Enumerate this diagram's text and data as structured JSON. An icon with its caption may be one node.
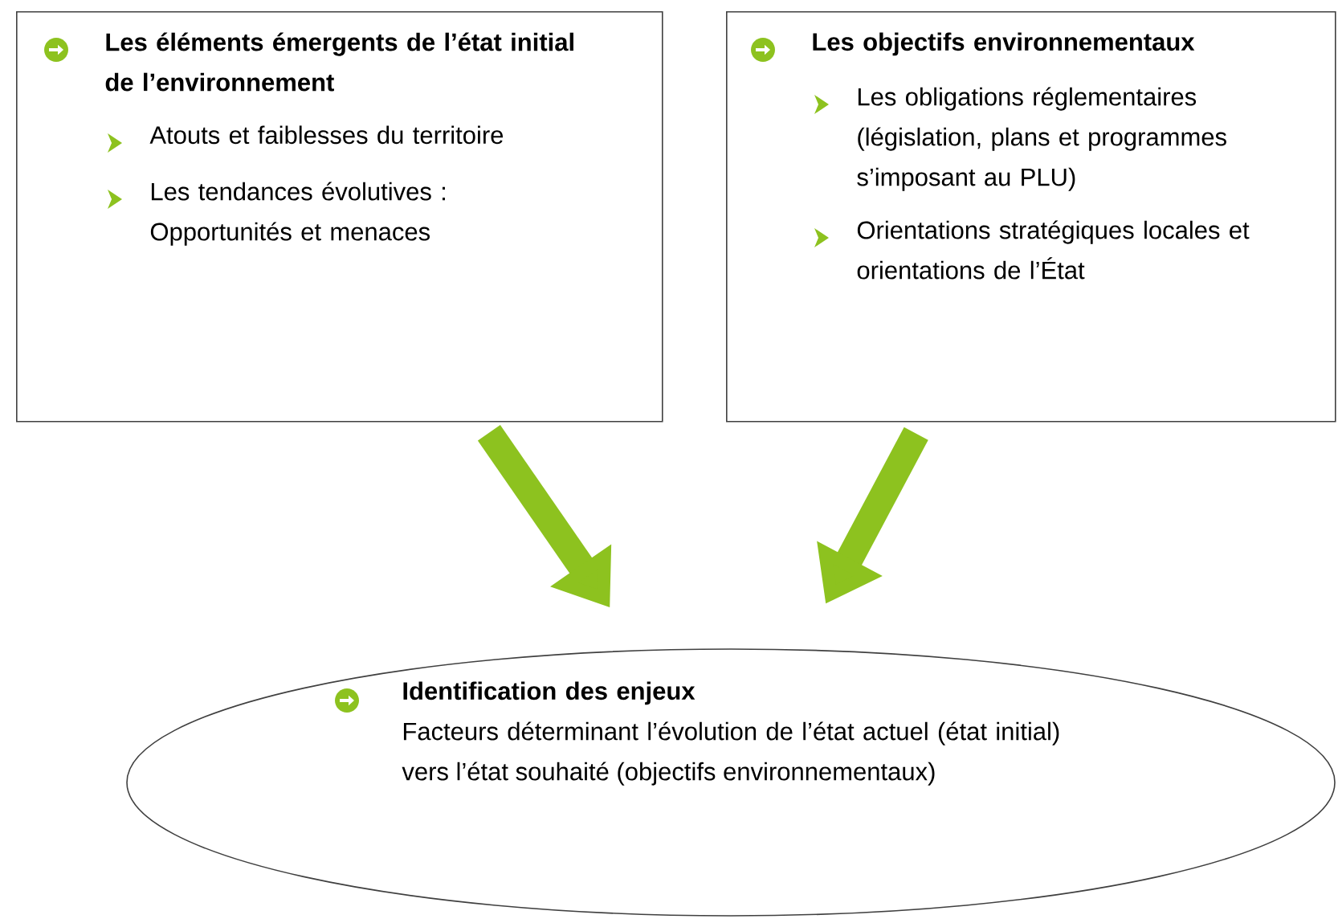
{
  "diagram": {
    "nodes": [
      {
        "text": [
          "Les éléments émergents de l’état initial de l’environnement",
          "Atouts et faiblesses du territoire",
          "Les tendances évolutives : Opportunités et menaces"
        ]
      },
      {
        "text": [
          "Les objectifs environnementaux",
          "Les obligations réglementaires (législation, plans et programmes s’imposant au PLU)",
          "Orientations stratégiques locales et orientations de l’État"
        ]
      },
      {
        "text": [
          "Identification des enjeux",
          "Facteurs déterminant l’évolution de l’état actuel (état initial) vers l’état souhaité (objectifs environnementaux)"
        ]
      }
    ],
    "edges": [
      {
        "from": 0,
        "to": 2,
        "arrow": "to"
      },
      {
        "from": 1,
        "to": 2,
        "arrow": "to"
      }
    ]
  }
}
